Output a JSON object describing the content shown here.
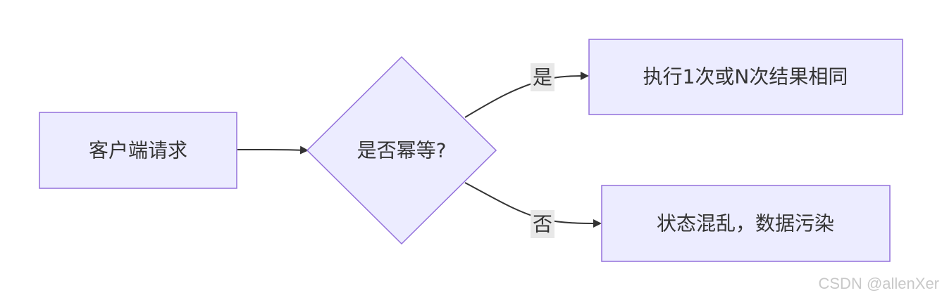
{
  "nodes": {
    "client_request": "客户端请求",
    "idempotent_decision": "是否幂等?",
    "same_result": "执行1次或N次结果相同",
    "state_corrupt": "状态混乱，数据污染"
  },
  "edges": {
    "yes_label": "是",
    "no_label": "否"
  },
  "colors": {
    "node_fill": "#ECECFF",
    "node_stroke": "#9370DB",
    "edge_stroke": "#333333",
    "label_bg": "#e8e8e8"
  },
  "watermark": "CSDN @allenXer"
}
